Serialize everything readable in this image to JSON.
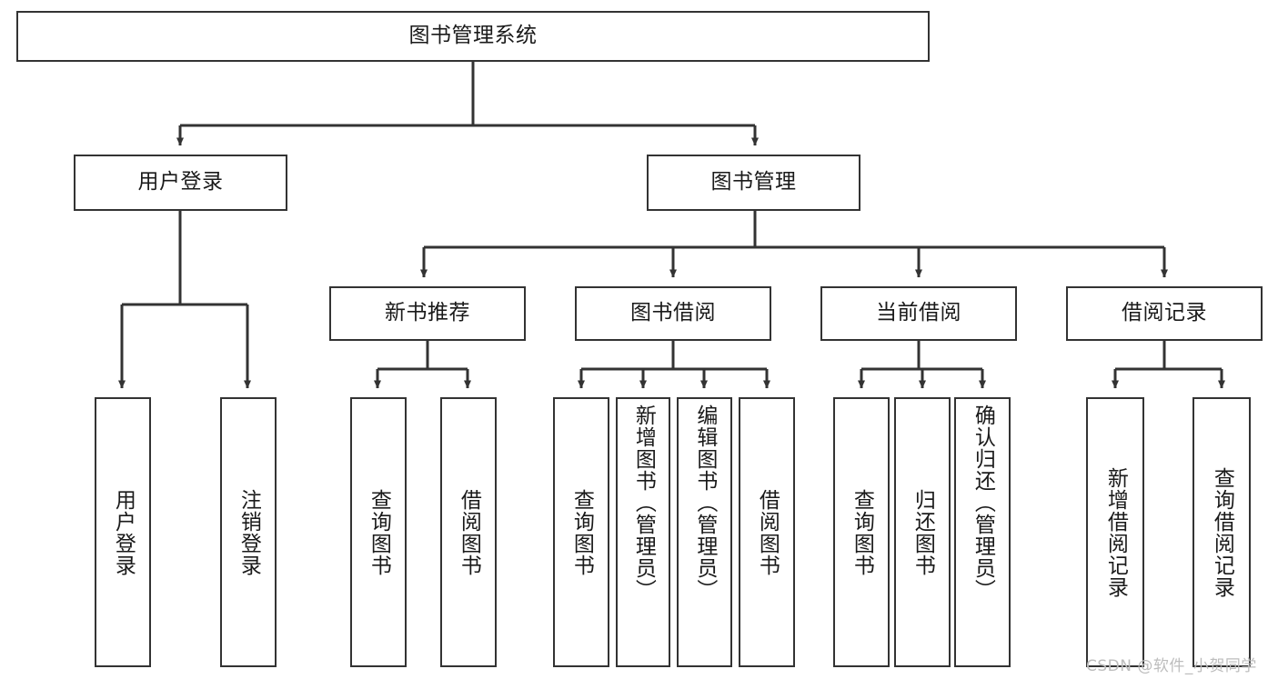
{
  "diagram": {
    "title": "图书管理系统",
    "type": "hierarchy-tree",
    "stroke_color": "#333333",
    "text_color": "#1a1a1a",
    "background_color": "#ffffff",
    "watermark": {
      "text": "CSDN @软件_小贺同学",
      "color": "#bdbdbd"
    },
    "nodes": {
      "root": {
        "label": "图书管理系统"
      },
      "level1": [
        {
          "label": "用户登录"
        },
        {
          "label": "图书管理"
        }
      ],
      "level2": [
        {
          "label": "新书推荐"
        },
        {
          "label": "图书借阅"
        },
        {
          "label": "当前借阅"
        },
        {
          "label": "借阅记录"
        }
      ],
      "leaves": {
        "user_login": [
          {
            "label": "用户登录"
          },
          {
            "label": "注销登录"
          }
        ],
        "new_book": [
          {
            "label": "查询图书"
          },
          {
            "label": "借阅图书"
          }
        ],
        "book_borrow": [
          {
            "label": "查询图书"
          },
          {
            "label": "新增图书（管理员）"
          },
          {
            "label": "编辑图书（管理员）"
          },
          {
            "label": "借阅图书"
          }
        ],
        "current_borrow": [
          {
            "label": "查询图书"
          },
          {
            "label": "归还图书"
          },
          {
            "label": "确认归还（管理员）"
          }
        ],
        "borrow_record": [
          {
            "label": "新增借阅记录"
          },
          {
            "label": "查询借阅记录"
          }
        ]
      }
    }
  }
}
